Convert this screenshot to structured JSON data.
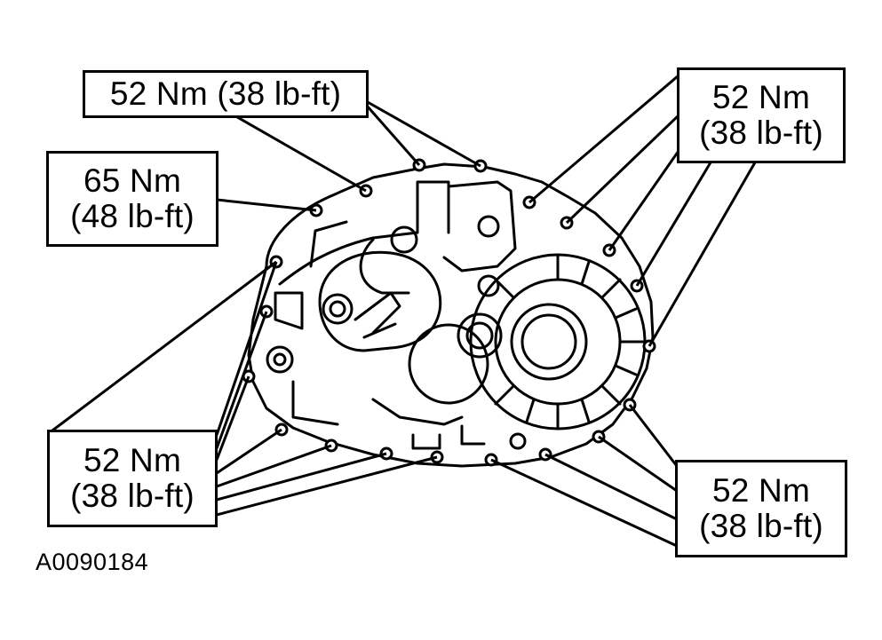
{
  "callouts": {
    "top_center": {
      "torque": "52 Nm (38 lb-ft)"
    },
    "top_left": {
      "line1": "65 Nm",
      "line2": "(48 lb-ft)"
    },
    "top_right": {
      "line1": "52 Nm",
      "line2": "(38 lb-ft)"
    },
    "bottom_left": {
      "line1": "52 Nm",
      "line2": "(38 lb-ft)"
    },
    "bottom_right": {
      "line1": "52 Nm",
      "line2": "(38 lb-ft)"
    }
  },
  "figure_id": "A0090184",
  "colors": {
    "ink": "#000000",
    "paper": "#ffffff"
  }
}
